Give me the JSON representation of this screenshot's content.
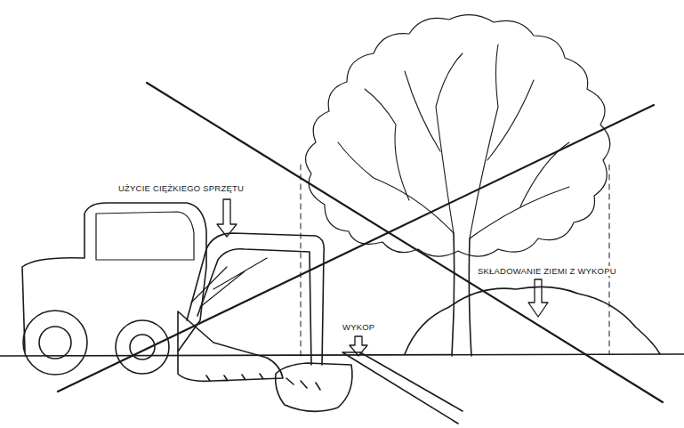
{
  "diagram": {
    "labels": [
      "UŻYCIE CIĘŻKIEGO SPRZĘTU",
      "WYKOP",
      "SKŁADOWANIE ZIEMI Z WYKOPU"
    ]
  }
}
